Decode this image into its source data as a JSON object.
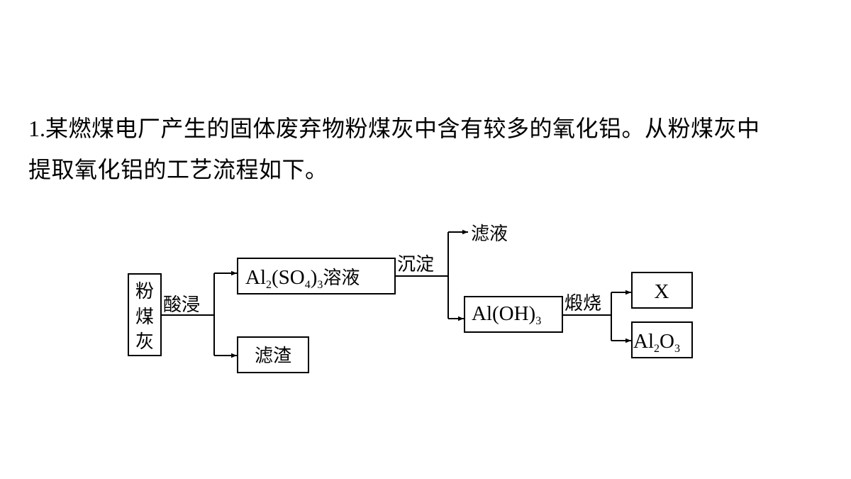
{
  "question": {
    "number": "1.",
    "line1": "某燃煤电厂产生的固体废弃物粉煤灰中含有较多的氧化铝。从粉煤灰中",
    "line2": "提取氧化铝的工艺流程如下。"
  },
  "flow": {
    "start": [
      "粉",
      "煤",
      "灰"
    ],
    "step_acid": "酸浸",
    "al2so43_al": "Al",
    "al2so43_sub1": "2",
    "al2so43_mid": "(SO",
    "al2so43_sub2": "4",
    "al2so43_close": ")",
    "al2so43_sub3": "3",
    "al2so43_cn": "溶液",
    "residue": "滤渣",
    "step_precip": "沉淀",
    "filtrate": "滤液",
    "aloh3_main": "Al(OH)",
    "aloh3_sub": "3",
    "step_calcine": "煅烧",
    "product_x": "X",
    "al2o3_al": "Al",
    "al2o3_sub1": "2",
    "al2o3_o": "O",
    "al2o3_sub2": "3"
  }
}
